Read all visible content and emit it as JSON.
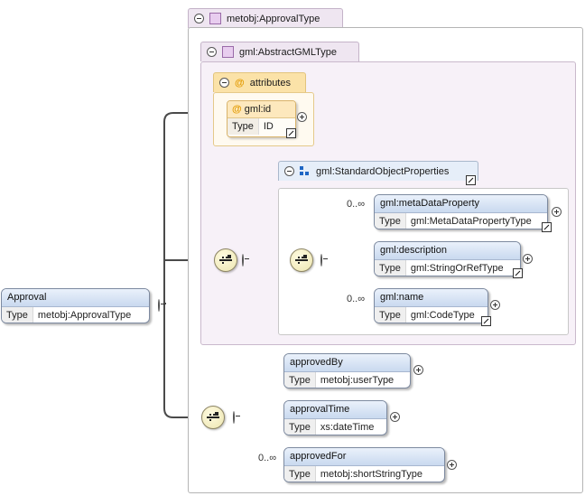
{
  "root": {
    "name": "Approval",
    "type_key": "Type",
    "type_value": "metobj:ApprovalType"
  },
  "groups": {
    "approval_type": "metobj:ApprovalType",
    "abstract_gml_type": "gml:AbstractGMLType",
    "attributes": "attributes",
    "standard_object_properties": "gml:StandardObjectProperties"
  },
  "attr_gml_id": {
    "name": "gml:id",
    "type_key": "Type",
    "type_value": "ID"
  },
  "std_children": [
    {
      "name": "gml:metaDataProperty",
      "type_key": "Type",
      "type_value": "gml:MetaDataPropertyType",
      "cardinality": "0..∞"
    },
    {
      "name": "gml:description",
      "type_key": "Type",
      "type_value": "gml:StringOrRefType",
      "cardinality": ""
    },
    {
      "name": "gml:name",
      "type_key": "Type",
      "type_value": "gml:CodeType",
      "cardinality": "0..∞"
    }
  ],
  "ext_children": [
    {
      "name": "approvedBy",
      "type_key": "Type",
      "type_value": "metobj:userType",
      "cardinality": ""
    },
    {
      "name": "approvalTime",
      "type_key": "Type",
      "type_value": "xs:dateTime",
      "cardinality": ""
    },
    {
      "name": "approvedFor",
      "type_key": "Type",
      "type_value": "metobj:shortStringType",
      "cardinality": "0..∞"
    }
  ]
}
